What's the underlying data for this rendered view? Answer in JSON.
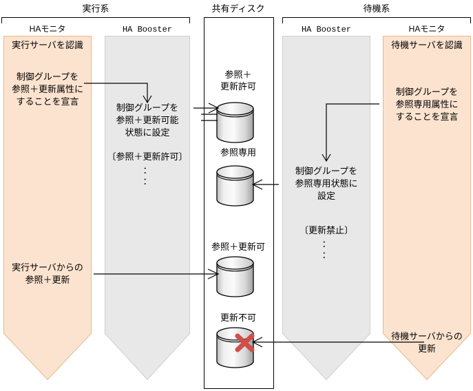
{
  "diagram": {
    "title_active": "実行系",
    "title_shared": "共有ディスク",
    "title_standby": "待機系"
  },
  "lanes": [
    {
      "id": "active-hamonitor",
      "header": "HAモニタ",
      "color": "#fbe3cf",
      "texts": [
        {
          "id": "active-ha-recognize",
          "value": "実行サーバを認識"
        },
        {
          "id": "active-ha-declare",
          "value": "制御グループを\n参照＋更新属性に\nすることを宣言"
        },
        {
          "id": "active-ha-readwrite",
          "value": "実行サーバからの\n参照＋更新"
        }
      ]
    },
    {
      "id": "active-habooster",
      "header": "HA Booster",
      "color": "#e8e8e8",
      "texts": [
        {
          "id": "active-booster-set",
          "value": "制御グループを\n参照＋更新可能\n状態に設定"
        },
        {
          "id": "active-booster-state",
          "value": "〔参照＋更新許可〕"
        },
        {
          "id": "active-booster-dots",
          "value": "：\n："
        }
      ]
    },
    {
      "id": "standby-habooster",
      "header": "HA Booster",
      "color": "#e8e8e8",
      "texts": [
        {
          "id": "standby-booster-set",
          "value": "制御グループを\n参照専用状態に\n設定"
        },
        {
          "id": "standby-booster-state",
          "value": "〔更新禁止〕"
        },
        {
          "id": "standby-booster-dots",
          "value": "：\n："
        }
      ]
    },
    {
      "id": "standby-hamonitor",
      "header": "HAモニタ",
      "color": "#fbe3cf",
      "texts": [
        {
          "id": "standby-ha-recognize",
          "value": "待機サーバを認識"
        },
        {
          "id": "standby-ha-declare",
          "value": "制御グループを\n参照専用属性に\nすることを宣言"
        },
        {
          "id": "standby-ha-update",
          "value": "待機サーバからの\n更新"
        }
      ]
    }
  ],
  "disks": [
    {
      "id": "disk-read-write-permit",
      "label": "参照＋\n更新許可",
      "state": "read-write-allowed"
    },
    {
      "id": "disk-read-only",
      "label": "参照専用",
      "state": "read-only"
    },
    {
      "id": "disk-read-write-ok",
      "label": "参照＋更新可",
      "state": "read-write-ok"
    },
    {
      "id": "disk-update-denied",
      "label": "更新不可",
      "state": "update-denied"
    }
  ],
  "colors": {
    "lane_orange": "#fbe3cf",
    "lane_orange_border": "#e8b98f",
    "lane_gray": "#e8e8e8",
    "lane_gray_border": "#c9c9c9",
    "line": "#000000",
    "deny_mark": "#cf4f4a",
    "cylinder_light": "#f2f2f2",
    "cylinder_dark": "#9a9a9a"
  }
}
